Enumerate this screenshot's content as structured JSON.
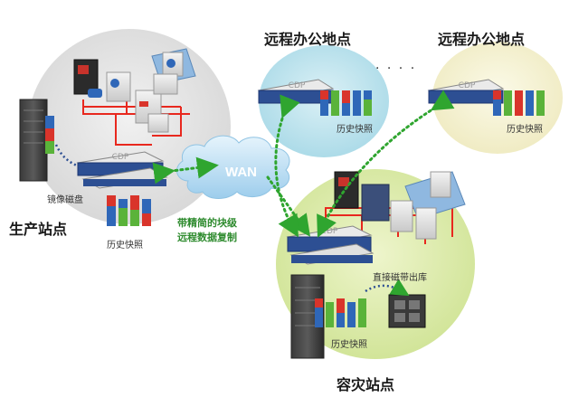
{
  "sites": {
    "production": "生产站点",
    "remote_a": "远程办公地点",
    "remote_b": "远程办公地点",
    "dr": "容灾站点"
  },
  "labels": {
    "mirror_disk": "镜像磁盘",
    "snapshot_prod": "历史快照",
    "snapshot_remote_a": "历史快照",
    "snapshot_remote_b": "历史快照",
    "snapshot_dr": "历史快照",
    "tape": "直接磁带出库",
    "replication_line1": "带精简的块级",
    "replication_line2": "远程数据复制",
    "wan": "WAN",
    "ellipsis": ". . . .",
    "cdp": "CDP"
  },
  "colors": {
    "link_red": "#e8281e",
    "replication_green": "#2fa52f",
    "wan_cloud": "#bfe0f5",
    "prod_circle": "#e2e2e2",
    "dr_circle": "#dcebb0",
    "remote_a_circle": "#bfe4ee",
    "remote_b_circle": "#f5f2cf",
    "disk_red": "#d9342b",
    "disk_green": "#5ab33a",
    "disk_blue": "#2f67b8"
  }
}
